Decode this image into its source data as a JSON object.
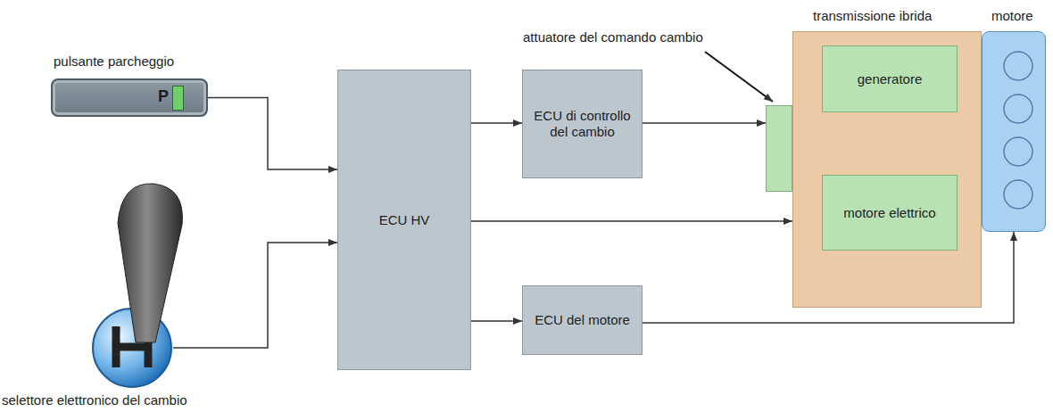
{
  "diagram": {
    "nodes": [
      {
        "text": [
          "pulsante parcheggio",
          "P"
        ]
      },
      {
        "text": [
          "selettore elettronico del cambio"
        ]
      },
      {
        "text": [
          "ECU HV"
        ]
      },
      {
        "text": [
          "ECU di controllo del cambio"
        ]
      },
      {
        "text": [
          "ECU del motore"
        ]
      },
      {
        "text": [
          "attuatore del comando cambio"
        ]
      },
      {
        "text": [
          "transmissione ibrida"
        ]
      },
      {
        "text": [
          "generatore"
        ],
        "in": 6
      },
      {
        "text": [
          "motore elettrico"
        ],
        "in": 6
      },
      {
        "text": [
          "motore"
        ]
      }
    ],
    "edges": [
      {
        "from": 0,
        "to": 2,
        "arrow": "to"
      },
      {
        "from": 1,
        "to": 2,
        "arrow": "to"
      },
      {
        "from": 2,
        "to": 3,
        "arrow": "to"
      },
      {
        "from": 3,
        "to": 5,
        "arrow": "to"
      },
      {
        "from": 2,
        "to": 6,
        "arrow": "to"
      },
      {
        "from": 2,
        "to": 4,
        "arrow": "to"
      },
      {
        "from": 4,
        "to": 9,
        "arrow": "to"
      }
    ]
  }
}
